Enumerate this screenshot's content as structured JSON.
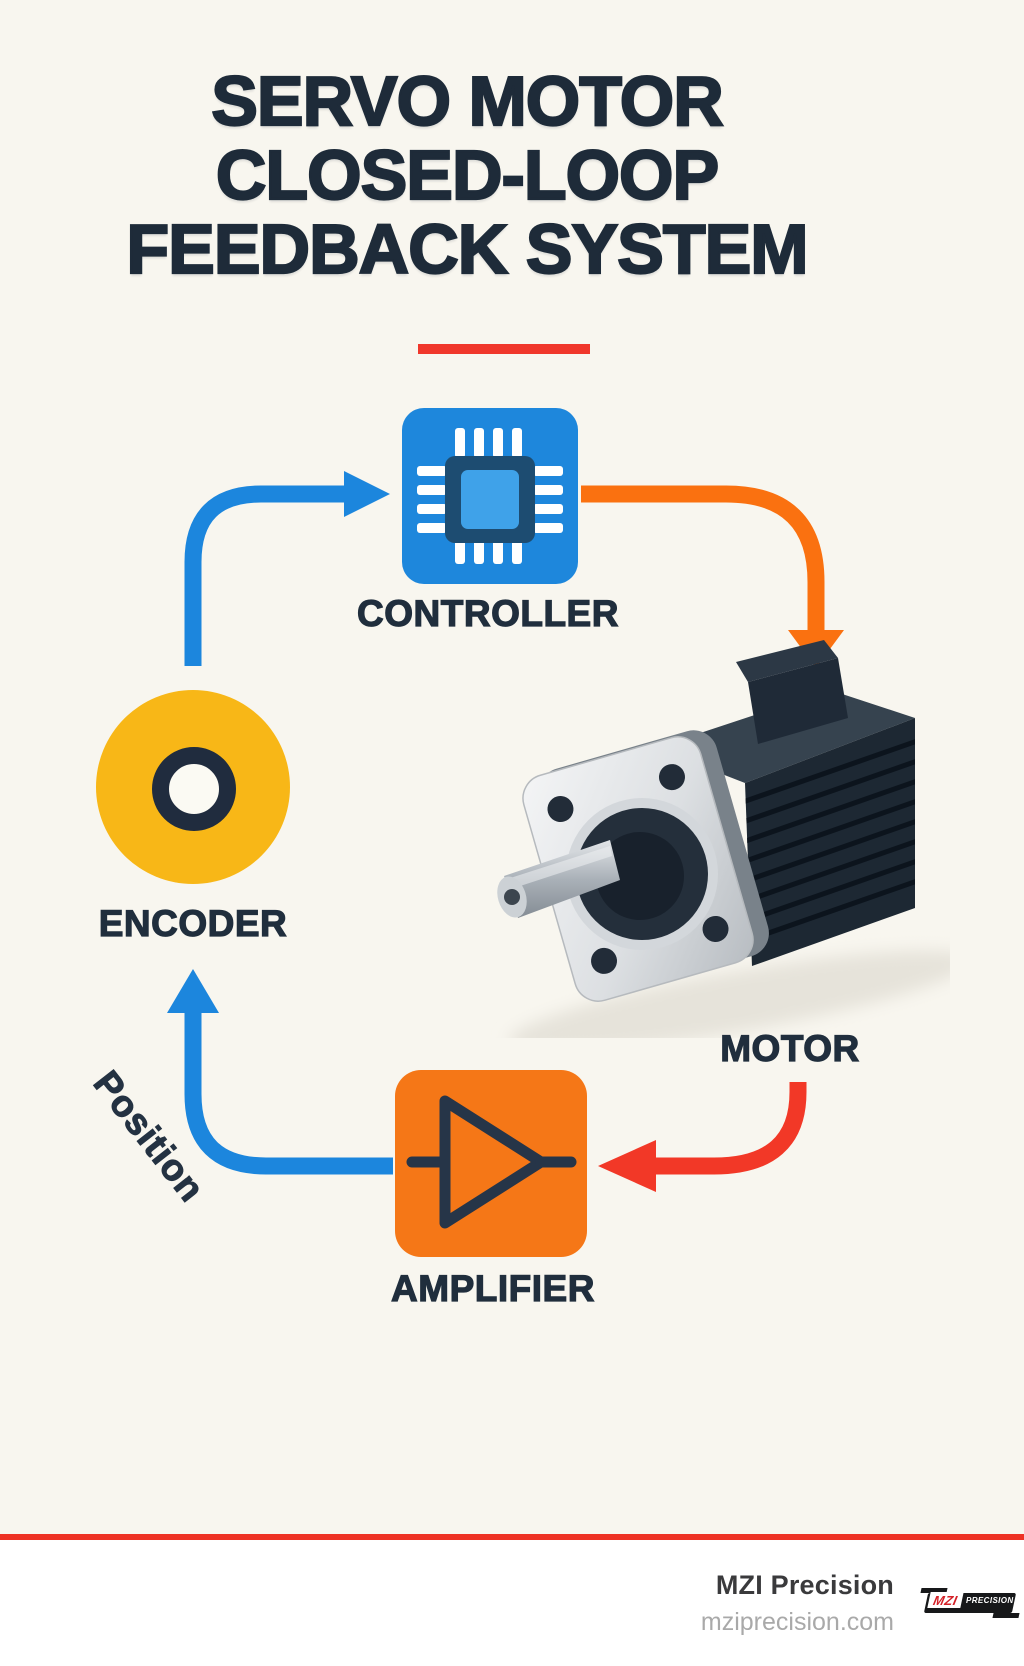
{
  "title": {
    "line1": "SERVO MOTOR",
    "line2": "CLOSED-LOOP",
    "line3": "FEEDBACK SYSTEM"
  },
  "diagram": {
    "controller_label": "CONTROLLER",
    "motor_label": "MOTOR",
    "amplifier_label": "AMPLIFIER",
    "encoder_label": "ENCODER",
    "feedback_signal_label": "Position"
  },
  "colors": {
    "background": "#f8f6ef",
    "title_text": "#1e2b39",
    "accent_red_divider": "#f0372b",
    "arrow_blue": "#1c86dd",
    "arrow_orange": "#fa7110",
    "arrow_red": "#f23827",
    "controller_blue": "#1e87dc",
    "chip_dark_blue": "#1d4c71",
    "chip_inner_blue": "#3fa2e9",
    "amplifier_orange": "#f57717",
    "encoder_yellow": "#f8b717",
    "encoder_ring_navy": "#202c3e",
    "footer_rule_red": "#ee3124"
  },
  "footer": {
    "brand": "MZI Precision",
    "website": "mziprecision.com",
    "logo": {
      "mzi": "MZI",
      "precision": "PRECISION"
    }
  }
}
